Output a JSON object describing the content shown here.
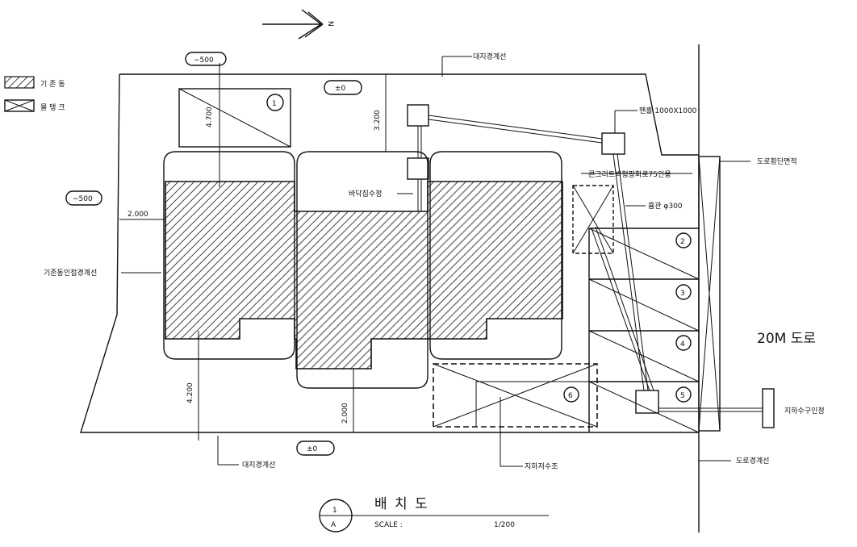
{
  "north_label": "N",
  "legend": [
    "기 존 동",
    "물 탱 크"
  ],
  "levels": {
    "minus500": "−500",
    "zero": "±0"
  },
  "dimensions": {
    "d4700": "4.700",
    "d3200": "3.200",
    "d2000": "2.000",
    "d4200": "4.200"
  },
  "tanks": [
    "1",
    "2",
    "3",
    "4",
    "5",
    "6"
  ],
  "labels": {
    "site_boundary": "대지경계선",
    "manhole": "맨홀 1000X1000",
    "road_section": "도로횡단면적",
    "concrete_75": "콘크리트박형팡화로75인용",
    "pipe_300": "흄관 φ300",
    "collection_pit": "바닥집수정",
    "existing_line": "기존동인접경계선",
    "road_20m": "20M 도로",
    "water_meter": "지하수구인정",
    "underground_tank": "지하저수조",
    "road_boundary": "도로경계선"
  },
  "title": {
    "detail_num": "1",
    "detail_letter": "A",
    "text": "배     치     도",
    "scale_label": "SCALE :",
    "scale_value": "1/200"
  }
}
